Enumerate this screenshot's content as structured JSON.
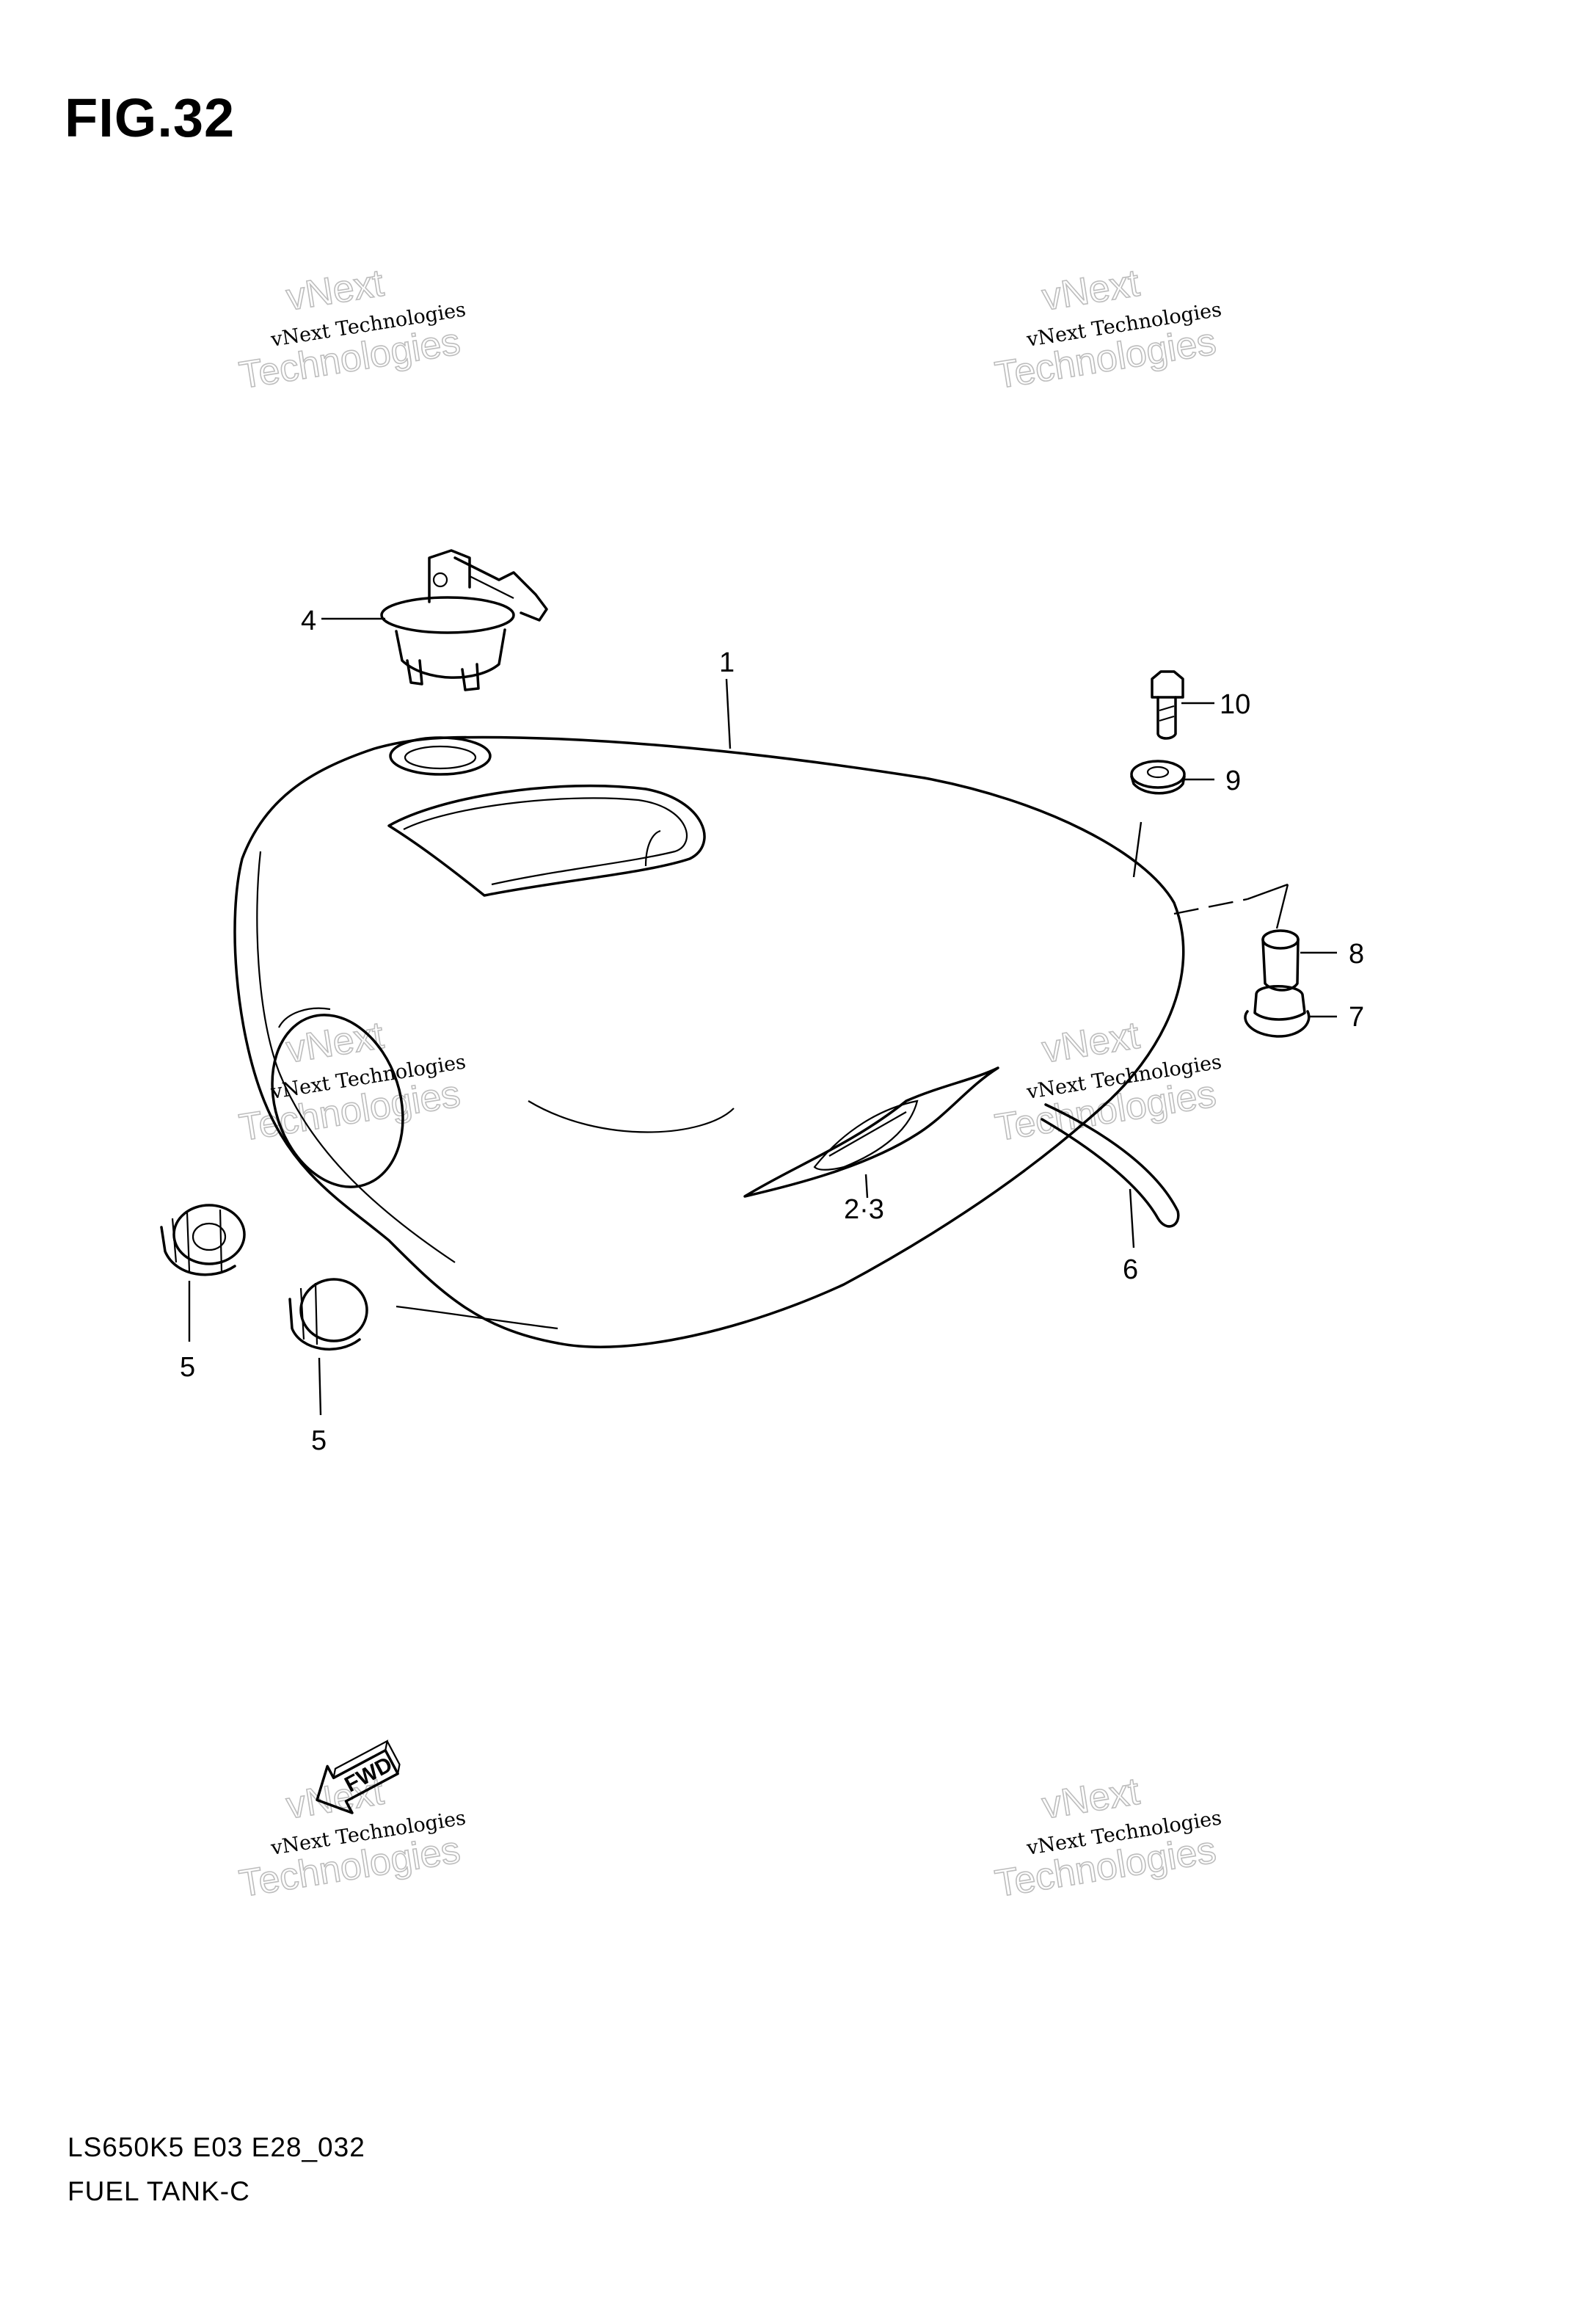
{
  "figure": {
    "title": "FIG.32"
  },
  "footer": {
    "model_code": "LS650K5 E03 E28_032",
    "section_name": "FUEL TANK-C"
  },
  "watermark": {
    "line1": "vNext",
    "line2": "vNext Technologies",
    "line3": "Technologies"
  },
  "fwd_arrow_label": "FWD",
  "callouts": {
    "fuel_tank": "1",
    "emblem": "2·3",
    "fuel_cap": "4",
    "cushion_left": "5",
    "cushion_right": "5",
    "tube": "6",
    "cushion_rear": "7",
    "spacer": "8",
    "washer": "9",
    "bolt": "10"
  }
}
